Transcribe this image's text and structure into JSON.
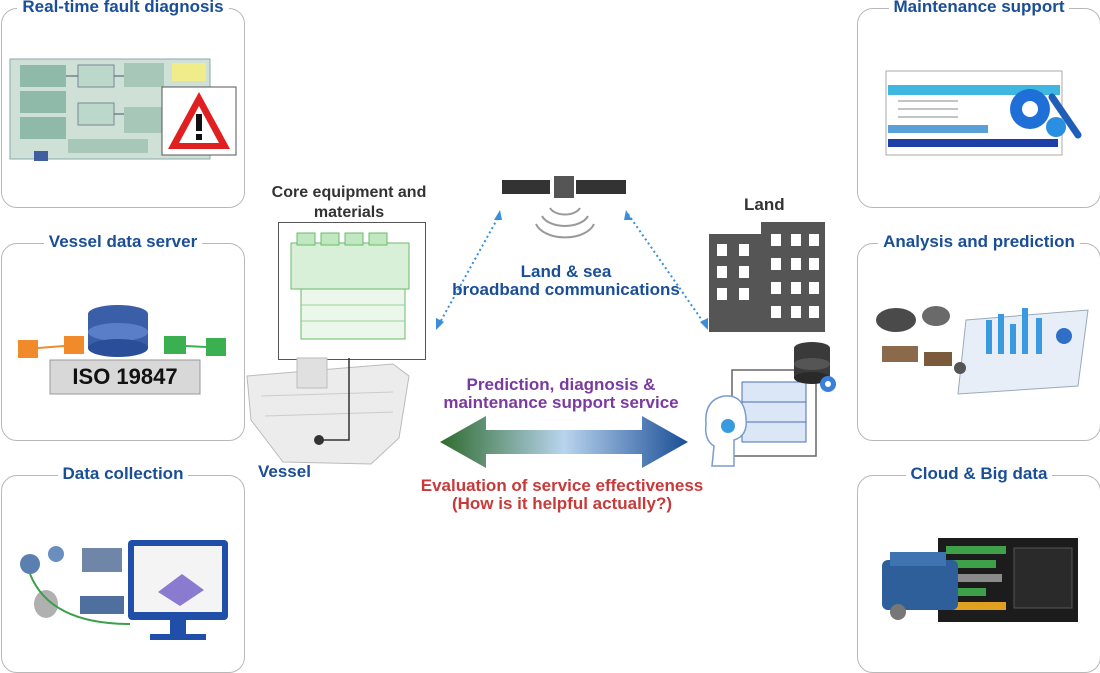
{
  "panels": {
    "fault": "Real-time fault diagnosis",
    "server": "Vessel data server",
    "collection": "Data collection",
    "maintenance": "Maintenance support",
    "analysis": "Analysis and prediction",
    "cloud": "Cloud & Big data"
  },
  "server_standard": "ISO 19847",
  "center": {
    "core_equipment": "Core equipment and materials",
    "vessel": "Vessel",
    "land": "Land",
    "comms_line1": "Land & sea",
    "comms_line2": "broadband communications",
    "service_line1": "Prediction, diagnosis &",
    "service_line2": "maintenance support service",
    "eval_line1": "Evaluation of service effectiveness",
    "eval_line2": "(How is it helpful actually?)"
  },
  "colors": {
    "title_blue": "#1a4e96",
    "service_purple": "#7a3aa0",
    "eval_red": "#c8393a",
    "arrow_green": "#2e6b2e",
    "arrow_blue": "#1a4e96"
  }
}
